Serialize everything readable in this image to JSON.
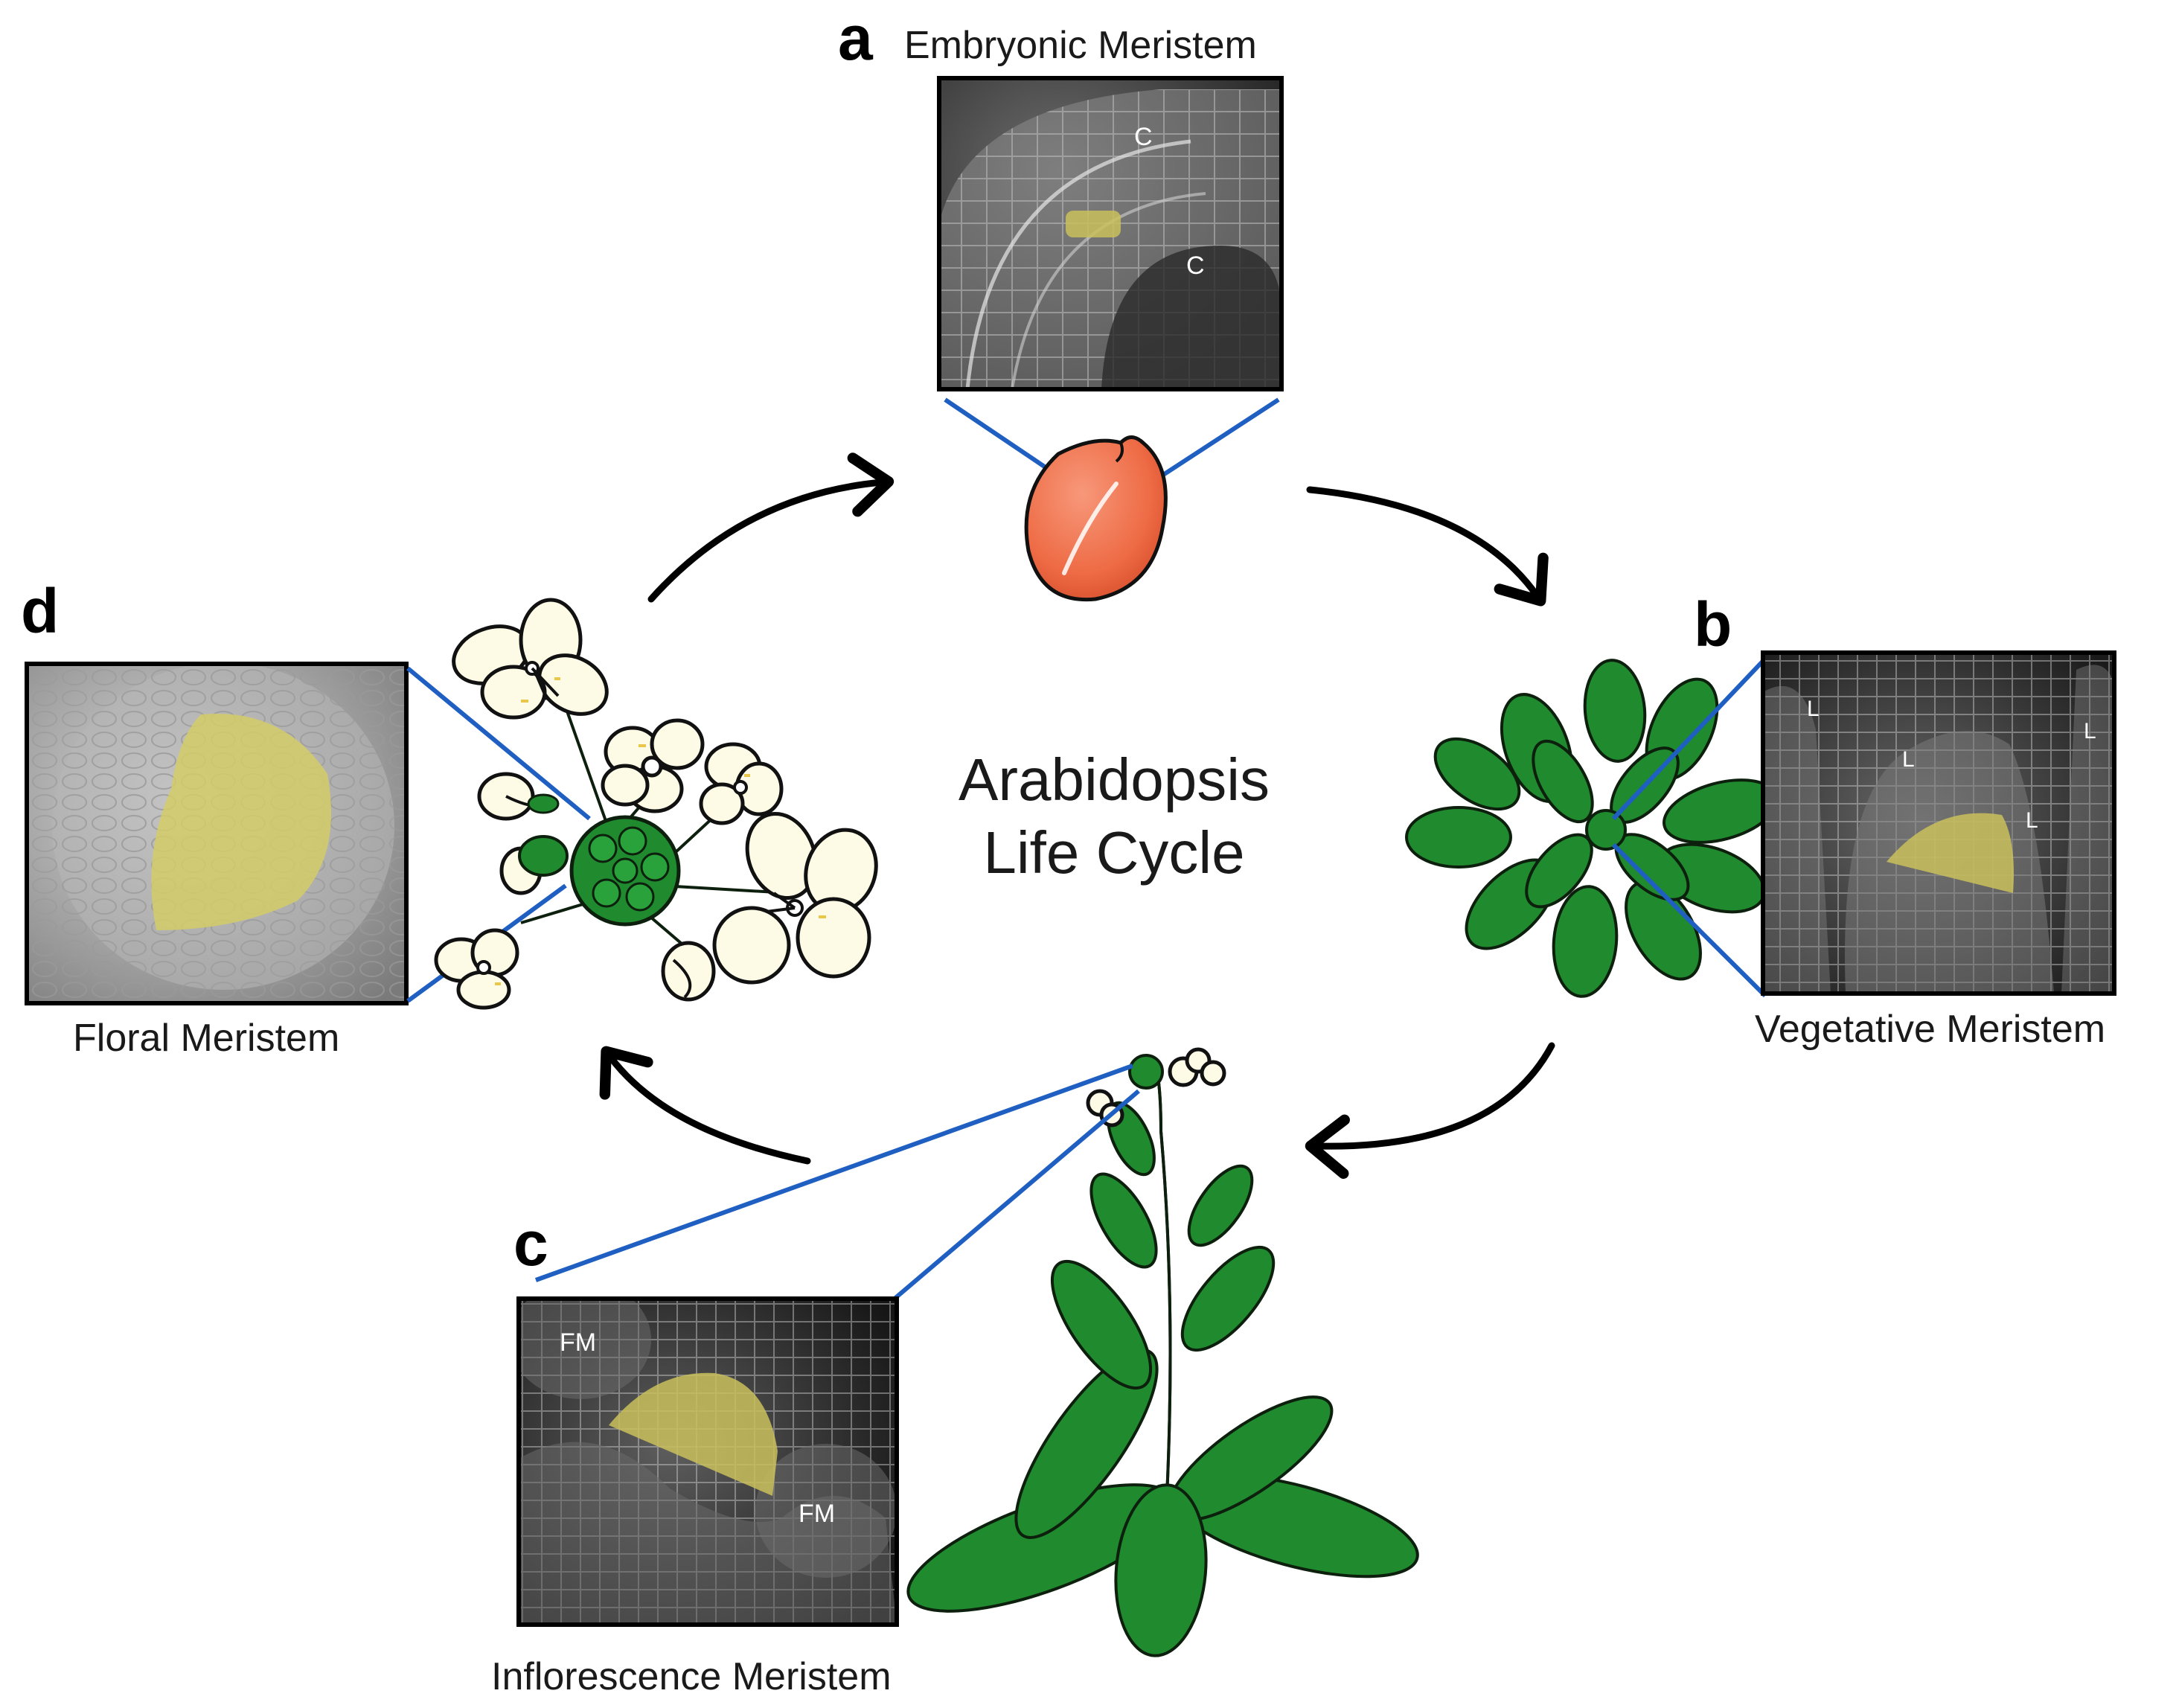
{
  "colors": {
    "zoom_line": "#1f5fc2",
    "leaf_green": "#1f8a2e",
    "seed_orange": "#ee6b45",
    "meristem_highlight": "#c9c05a",
    "micrograph_bg": "#2a2a2a",
    "petal_cream": "#fdfbe6"
  },
  "icons": [
    "seed",
    "rosette-plant",
    "flowering-plant",
    "flower-cluster",
    "cycle-arrow"
  ],
  "center_title": {
    "line1": "Arabidopsis",
    "line2": "Life Cycle"
  },
  "panels": {
    "a": {
      "letter": "a",
      "caption": "Embryonic Meristem",
      "cell_labels": [
        "C",
        "C"
      ]
    },
    "b": {
      "letter": "b",
      "caption": "Vegetative Meristem",
      "cell_labels": [
        "L",
        "L",
        "L",
        "L"
      ]
    },
    "c": {
      "letter": "c",
      "caption": "Inflorescence Meristem",
      "cell_labels": [
        "FM",
        "FM"
      ]
    },
    "d": {
      "letter": "d",
      "caption": "Floral Meristem",
      "cell_labels": []
    }
  }
}
